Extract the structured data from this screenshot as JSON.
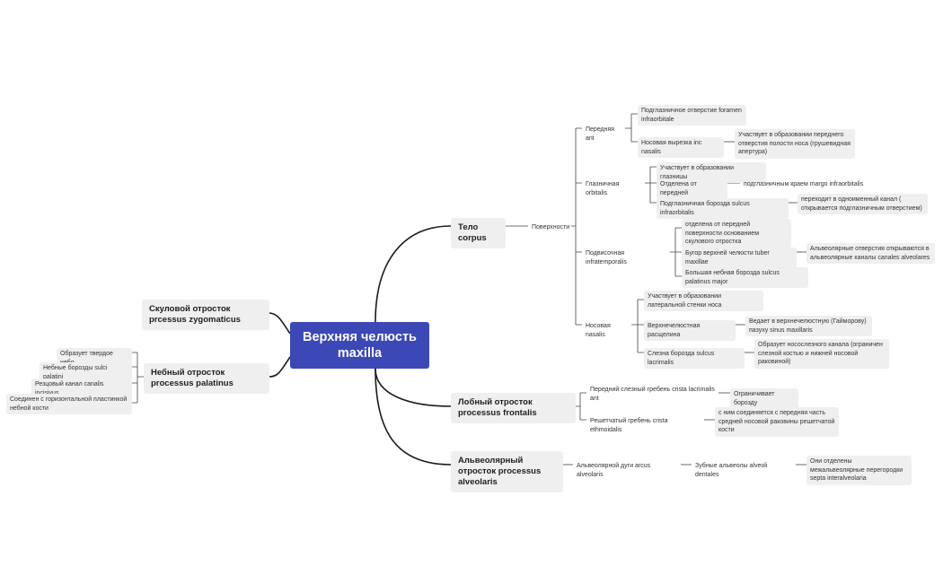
{
  "root": {
    "line1": "Верхняя челюсть",
    "line2": "maxilla"
  },
  "corpus": {
    "label": "Тело corpus",
    "surfaces_label": "Поверхности",
    "anterior": {
      "label": "Передняя ant",
      "items": [
        "Подглазничное отверстие foramen infraorbitale",
        "Носовая вырезка inc nasalis"
      ],
      "nasal_notch_detail": "Участвует в образовании переднего отверстия полости носа (грушевидная апертура)"
    },
    "orbital": {
      "label": "Глазничная orbitalis",
      "items": [
        "Участвует в образовании глазницы",
        "Отделена от передней",
        "Подглазничная борозда sulcus infraorbitalis"
      ],
      "separated_detail": "подглазничным краем margo infraorbitalis",
      "sulcus_detail": "переходит в одноименный канал ( открывается подглазничным отверстием)"
    },
    "infratemporal": {
      "label": "Подвисочная infratemporalis",
      "items": [
        "отделена от передней поверхности основанием скулового отростка",
        "Бугор верхней челюсти tuber maxillae",
        "Большая небная борозда sulcus palatinus major"
      ],
      "tuber_detail": "Альвеолярные отверстия открываются в альвеолярные каналы canales alveolares"
    },
    "nasal": {
      "label": "Носовая nasalis",
      "items": [
        "Участвует в образовании латеральной стенки носа",
        "Верхнечелюстная расщелина",
        "Слезна борозда sulcus lacrimalis"
      ],
      "hiatus_detail": "Ведает в верхнечелюстную (Гайморову) пазуху sinus maxillaris",
      "lacrimal_detail": "Образует носослезного канала (ограничен слезной костью и нижней носовой раковиной)"
    }
  },
  "frontal": {
    "label": "Лобный отросток processus frontalis",
    "crest1": "Передний слезный гребень crista lacrimalis ant",
    "crest1_detail": "Ограничивает борозду",
    "crest2": "Решетчатый гребень crista ethmoidalis",
    "crest2_detail": "с ним соединяется с передняя часть средней носовой раковины решетчатой кости"
  },
  "alveolar": {
    "label": "Альвеолярный отросток processus alveolaris",
    "arch": "Альвеолярной дуги arcus alveolaris",
    "alveoli": "Зубные альвеолы alveoli dentales",
    "septa": "Они отделены межальвеолярные перегородки septa interalveolaria"
  },
  "zygomatic": {
    "label": "Скуловой отросток prcessus zygomaticus"
  },
  "palatine": {
    "label": "Небный отросток processus palatinus",
    "items": [
      "Образует твердое небо",
      "Небные борозды sulci palatini",
      "Резцовый канал canalis incisivus",
      "Соединен с горизонтальной пластинкой небной кости"
    ]
  },
  "colors": {
    "root_bg": "#3b48b5",
    "node_bg": "#efefef",
    "line": "#1a1a1a",
    "thin_line": "#444444"
  }
}
